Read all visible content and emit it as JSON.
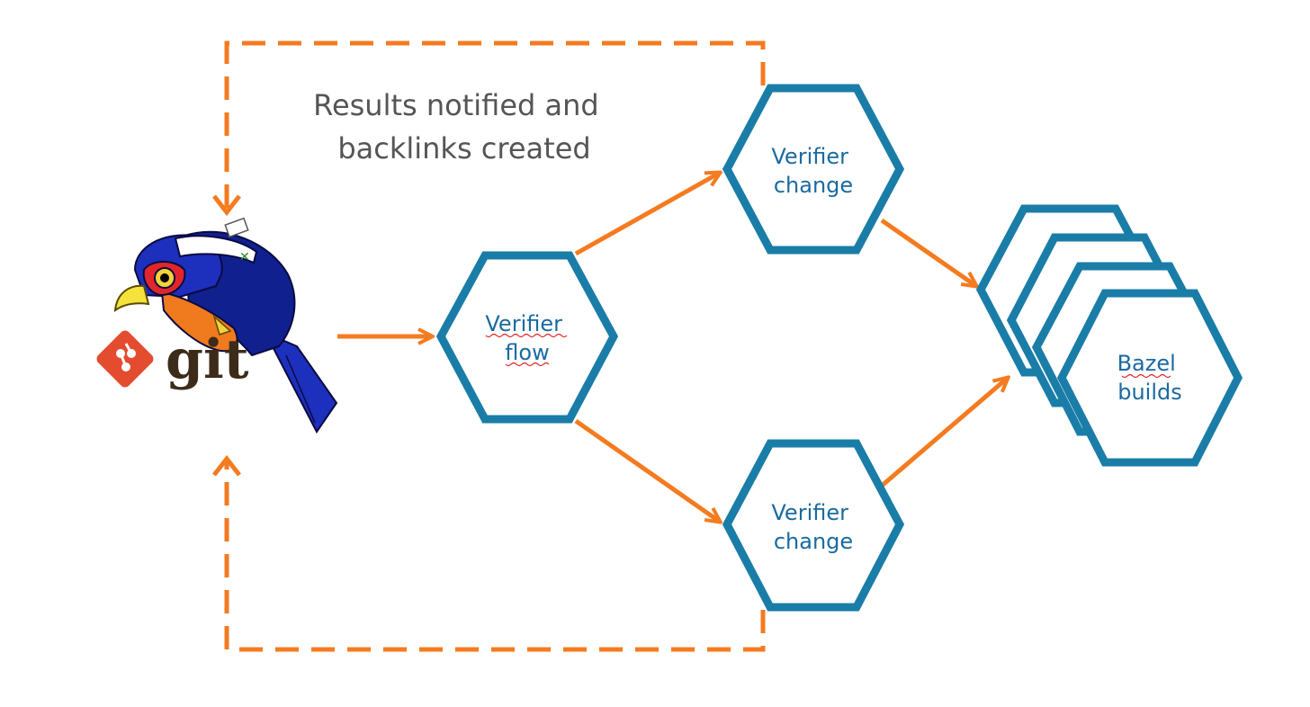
{
  "note": {
    "line1": "Results notified and",
    "line2": "backlinks created"
  },
  "nodes": {
    "flow": {
      "line1": "Verifier",
      "line2": "flow"
    },
    "change_top": {
      "line1": "Verifier",
      "line2": "change"
    },
    "change_bottom": {
      "line1": "Verifier",
      "line2": "change"
    },
    "bazel": {
      "line1": "Bazel",
      "line2": "builds"
    }
  },
  "git_logo": {
    "label": "git"
  },
  "colors": {
    "hex_stroke": "#1a7da8",
    "node_text": "#1a6aa0",
    "arrow": "#f47b20",
    "git_logo": "#e44c30",
    "bird_body": "#1d2fbd"
  },
  "icons": [
    "gerrit-bird-icon",
    "git-logo-icon"
  ]
}
